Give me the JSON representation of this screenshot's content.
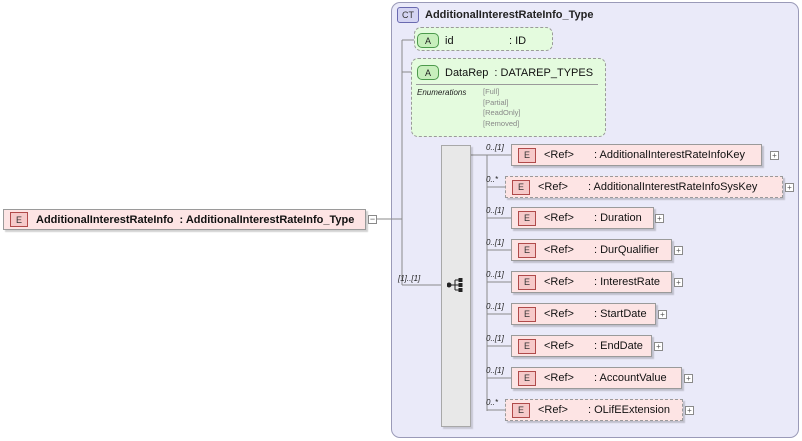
{
  "complex_type": {
    "badge": "CT",
    "name": "AdditionalInterestRateInfo_Type"
  },
  "root_element": {
    "badge": "E",
    "label": "AdditionalInterestRateInfo",
    "type": ": AdditionalInterestRateInfo_Type"
  },
  "attributes": [
    {
      "badge": "A",
      "name": "id",
      "type": ": ID"
    },
    {
      "badge": "A",
      "name": "DataRep",
      "type": ": DATAREP_TYPES",
      "enumerations_label": "Enumerations",
      "enumerations": [
        "[Full]",
        "[Partial]",
        "[ReadOnly]",
        "[Removed]"
      ]
    }
  ],
  "sequence": {
    "cardinality": "[1]..[1]",
    "icon": "sequence-compositor-icon"
  },
  "children": [
    {
      "card": "0..[1]",
      "badge": "E",
      "ref": "<Ref>",
      "name": ": AdditionalInterestRateInfoKey"
    },
    {
      "card": "0..*",
      "badge": "E",
      "ref": "<Ref>",
      "name": ": AdditionalInterestRateInfoSysKey"
    },
    {
      "card": "0..[1]",
      "badge": "E",
      "ref": "<Ref>",
      "name": ": Duration"
    },
    {
      "card": "0..[1]",
      "badge": "E",
      "ref": "<Ref>",
      "name": ": DurQualifier"
    },
    {
      "card": "0..[1]",
      "badge": "E",
      "ref": "<Ref>",
      "name": ": InterestRate"
    },
    {
      "card": "0..[1]",
      "badge": "E",
      "ref": "<Ref>",
      "name": ": StartDate"
    },
    {
      "card": "0..[1]",
      "badge": "E",
      "ref": "<Ref>",
      "name": ": EndDate"
    },
    {
      "card": "0..[1]",
      "badge": "E",
      "ref": "<Ref>",
      "name": ": AccountValue"
    },
    {
      "card": "0..*",
      "badge": "E",
      "ref": "<Ref>",
      "name": ": OLifEExtension"
    }
  ],
  "icons": {
    "expand": "+",
    "collapse": "−"
  },
  "colors": {
    "element_fill": "#fde4e4",
    "attribute_fill": "#e4fbde",
    "complex_type_fill": "#eaeaf9"
  }
}
